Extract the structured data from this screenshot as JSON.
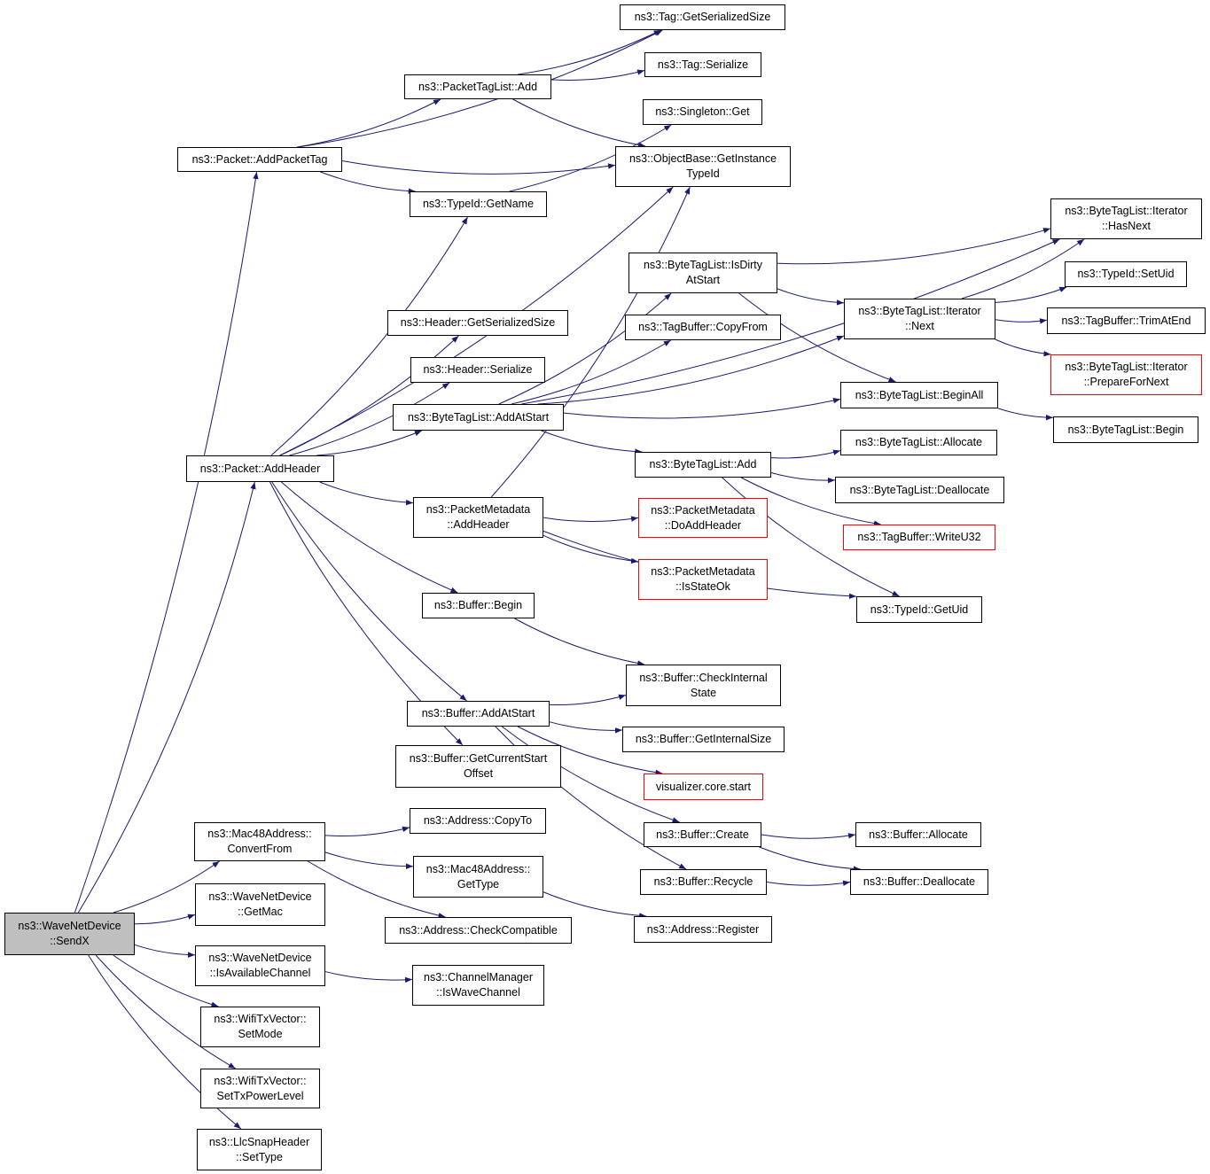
{
  "colors": {
    "edge": "#191970",
    "border": "#000000",
    "highlight_border": "#ff0000",
    "root_fill": "#bfbfbf"
  },
  "nodes": {
    "senddx": {
      "lines": [
        "ns3::WaveNetDevice",
        "::SendX"
      ]
    },
    "addPacketTag": {
      "lines": [
        "ns3::Packet::AddPacketTag"
      ]
    },
    "addHeaderPkt": {
      "lines": [
        "ns3::Packet::AddHeader"
      ]
    },
    "mac48ConvertFrom": {
      "lines": [
        "ns3::Mac48Address::",
        "ConvertFrom"
      ]
    },
    "getMac": {
      "lines": [
        "ns3::WaveNetDevice",
        "::GetMac"
      ]
    },
    "isAvailableChannel": {
      "lines": [
        "ns3::WaveNetDevice",
        "::IsAvailableChannel"
      ]
    },
    "setMode": {
      "lines": [
        "ns3::WifiTxVector::",
        "SetMode"
      ]
    },
    "setTxPowerLevel": {
      "lines": [
        "ns3::WifiTxVector::",
        "SetTxPowerLevel"
      ]
    },
    "llcSetType": {
      "lines": [
        "ns3::LlcSnapHeader",
        "::SetType"
      ]
    },
    "tagGetSerializedSize": {
      "lines": [
        "ns3::Tag::GetSerializedSize"
      ]
    },
    "packetTagListAdd": {
      "lines": [
        "ns3::PacketTagList::Add"
      ]
    },
    "tagSerialize": {
      "lines": [
        "ns3::Tag::Serialize"
      ]
    },
    "singletonGet": {
      "lines": [
        "ns3::Singleton::Get"
      ]
    },
    "objectBaseGetInstanceTypeId": {
      "lines": [
        "ns3::ObjectBase::GetInstance",
        "TypeId"
      ]
    },
    "typeIdGetName": {
      "lines": [
        "ns3::TypeId::GetName"
      ]
    },
    "headerGetSerializedSize": {
      "lines": [
        "ns3::Header::GetSerializedSize"
      ]
    },
    "headerSerialize": {
      "lines": [
        "ns3::Header::Serialize"
      ]
    },
    "byteTagListAddAtStart": {
      "lines": [
        "ns3::ByteTagList::AddAtStart"
      ]
    },
    "packetMetadataAddHeader": {
      "lines": [
        "ns3::PacketMetadata",
        "::AddHeader"
      ]
    },
    "bufferBegin": {
      "lines": [
        "ns3::Buffer::Begin"
      ]
    },
    "bufferAddAtStart": {
      "lines": [
        "ns3::Buffer::AddAtStart"
      ]
    },
    "bufferGetCurrentStartOffset": {
      "lines": [
        "ns3::Buffer::GetCurrentStart",
        "Offset"
      ]
    },
    "byteTagListIsDirtyAtStart": {
      "lines": [
        "ns3::ByteTagList::IsDirty",
        "AtStart"
      ]
    },
    "tagBufferCopyFrom": {
      "lines": [
        "ns3::TagBuffer::CopyFrom"
      ]
    },
    "byteTagListAdd": {
      "lines": [
        "ns3::ByteTagList::Add"
      ]
    },
    "packetMetadataDoAddHeader": {
      "lines": [
        "ns3::PacketMetadata",
        "::DoAddHeader"
      ],
      "highlight": true
    },
    "packetMetadataIsStateOk": {
      "lines": [
        "ns3::PacketMetadata",
        "::IsStateOk"
      ],
      "highlight": true
    },
    "bufferCheckInternalState": {
      "lines": [
        "ns3::Buffer::CheckInternal",
        "State"
      ]
    },
    "bufferGetInternalSize": {
      "lines": [
        "ns3::Buffer::GetInternalSize"
      ]
    },
    "visualizerCoreStart": {
      "lines": [
        "visualizer.core.start"
      ],
      "highlight": true
    },
    "bufferCreate": {
      "lines": [
        "ns3::Buffer::Create"
      ]
    },
    "bufferRecycle": {
      "lines": [
        "ns3::Buffer::Recycle"
      ]
    },
    "addressCopyTo": {
      "lines": [
        "ns3::Address::CopyTo"
      ]
    },
    "mac48GetType": {
      "lines": [
        "ns3::Mac48Address::",
        "GetType"
      ]
    },
    "addressCheckCompatible": {
      "lines": [
        "ns3::Address::CheckCompatible"
      ]
    },
    "addressRegister": {
      "lines": [
        "ns3::Address::Register"
      ]
    },
    "channelManagerIsWaveChannel": {
      "lines": [
        "ns3::ChannelManager",
        "::IsWaveChannel"
      ]
    },
    "iteratorHasNext": {
      "lines": [
        "ns3::ByteTagList::Iterator",
        "::HasNext"
      ]
    },
    "iteratorNext": {
      "lines": [
        "ns3::ByteTagList::Iterator",
        "::Next"
      ]
    },
    "byteTagListBeginAll": {
      "lines": [
        "ns3::ByteTagList::BeginAll"
      ]
    },
    "byteTagListAllocate": {
      "lines": [
        "ns3::ByteTagList::Allocate"
      ]
    },
    "byteTagListDeallocate": {
      "lines": [
        "ns3::ByteTagList::Deallocate"
      ]
    },
    "tagBufferWriteU32": {
      "lines": [
        "ns3::TagBuffer::WriteU32"
      ],
      "highlight": true
    },
    "typeIdGetUid": {
      "lines": [
        "ns3::TypeId::GetUid"
      ]
    },
    "bufferAllocate": {
      "lines": [
        "ns3::Buffer::Allocate"
      ]
    },
    "bufferDeallocate": {
      "lines": [
        "ns3::Buffer::Deallocate"
      ]
    },
    "typeIdSetUid": {
      "lines": [
        "ns3::TypeId::SetUid"
      ]
    },
    "tagBufferTrimAtEnd": {
      "lines": [
        "ns3::TagBuffer::TrimAtEnd"
      ]
    },
    "iteratorPrepareForNext": {
      "lines": [
        "ns3::ByteTagList::Iterator",
        "::PrepareForNext"
      ],
      "highlight": true
    },
    "byteTagListBegin": {
      "lines": [
        "ns3::ByteTagList::Begin"
      ]
    }
  },
  "edges": [
    [
      "senddx",
      "addPacketTag"
    ],
    [
      "senddx",
      "addHeaderPkt"
    ],
    [
      "senddx",
      "mac48ConvertFrom"
    ],
    [
      "senddx",
      "getMac"
    ],
    [
      "senddx",
      "isAvailableChannel"
    ],
    [
      "senddx",
      "setMode"
    ],
    [
      "senddx",
      "setTxPowerLevel"
    ],
    [
      "senddx",
      "llcSetType"
    ],
    [
      "addPacketTag",
      "tagGetSerializedSize"
    ],
    [
      "addPacketTag",
      "packetTagListAdd"
    ],
    [
      "addPacketTag",
      "objectBaseGetInstanceTypeId"
    ],
    [
      "addPacketTag",
      "typeIdGetName"
    ],
    [
      "packetTagListAdd",
      "tagGetSerializedSize"
    ],
    [
      "packetTagListAdd",
      "tagSerialize"
    ],
    [
      "packetTagListAdd",
      "objectBaseGetInstanceTypeId"
    ],
    [
      "typeIdGetName",
      "singletonGet"
    ],
    [
      "addHeaderPkt",
      "typeIdGetName"
    ],
    [
      "addHeaderPkt",
      "objectBaseGetInstanceTypeId"
    ],
    [
      "addHeaderPkt",
      "headerGetSerializedSize"
    ],
    [
      "addHeaderPkt",
      "headerSerialize"
    ],
    [
      "addHeaderPkt",
      "byteTagListAddAtStart"
    ],
    [
      "addHeaderPkt",
      "packetMetadataAddHeader"
    ],
    [
      "addHeaderPkt",
      "bufferBegin"
    ],
    [
      "addHeaderPkt",
      "bufferAddAtStart"
    ],
    [
      "addHeaderPkt",
      "bufferGetCurrentStartOffset"
    ],
    [
      "byteTagListAddAtStart",
      "byteTagListIsDirtyAtStart"
    ],
    [
      "byteTagListAddAtStart",
      "tagBufferCopyFrom"
    ],
    [
      "byteTagListAddAtStart",
      "byteTagListAdd"
    ],
    [
      "byteTagListAddAtStart",
      "iteratorNext"
    ],
    [
      "byteTagListAddAtStart",
      "iteratorHasNext"
    ],
    [
      "byteTagListAddAtStart",
      "byteTagListBeginAll"
    ],
    [
      "byteTagListIsDirtyAtStart",
      "iteratorHasNext"
    ],
    [
      "byteTagListIsDirtyAtStart",
      "iteratorNext"
    ],
    [
      "byteTagListIsDirtyAtStart",
      "byteTagListBeginAll"
    ],
    [
      "iteratorNext",
      "iteratorHasNext"
    ],
    [
      "iteratorNext",
      "typeIdSetUid"
    ],
    [
      "iteratorNext",
      "tagBufferTrimAtEnd"
    ],
    [
      "iteratorNext",
      "iteratorPrepareForNext"
    ],
    [
      "byteTagListBeginAll",
      "byteTagListBegin"
    ],
    [
      "byteTagListAdd",
      "byteTagListAllocate"
    ],
    [
      "byteTagListAdd",
      "byteTagListDeallocate"
    ],
    [
      "byteTagListAdd",
      "tagBufferWriteU32"
    ],
    [
      "byteTagListAdd",
      "typeIdGetUid"
    ],
    [
      "packetMetadataAddHeader",
      "objectBaseGetInstanceTypeId"
    ],
    [
      "packetMetadataAddHeader",
      "packetMetadataDoAddHeader"
    ],
    [
      "packetMetadataAddHeader",
      "packetMetadataIsStateOk"
    ],
    [
      "packetMetadataAddHeader",
      "typeIdGetUid"
    ],
    [
      "bufferBegin",
      "bufferCheckInternalState"
    ],
    [
      "bufferAddAtStart",
      "bufferCheckInternalState"
    ],
    [
      "bufferAddAtStart",
      "bufferGetInternalSize"
    ],
    [
      "bufferAddAtStart",
      "visualizerCoreStart"
    ],
    [
      "bufferAddAtStart",
      "bufferCreate"
    ],
    [
      "bufferAddAtStart",
      "bufferRecycle"
    ],
    [
      "bufferCreate",
      "bufferAllocate"
    ],
    [
      "bufferCreate",
      "bufferDeallocate"
    ],
    [
      "bufferRecycle",
      "bufferDeallocate"
    ],
    [
      "mac48ConvertFrom",
      "addressCopyTo"
    ],
    [
      "mac48ConvertFrom",
      "mac48GetType"
    ],
    [
      "mac48ConvertFrom",
      "addressCheckCompatible"
    ],
    [
      "mac48GetType",
      "addressRegister"
    ],
    [
      "isAvailableChannel",
      "channelManagerIsWaveChannel"
    ]
  ]
}
